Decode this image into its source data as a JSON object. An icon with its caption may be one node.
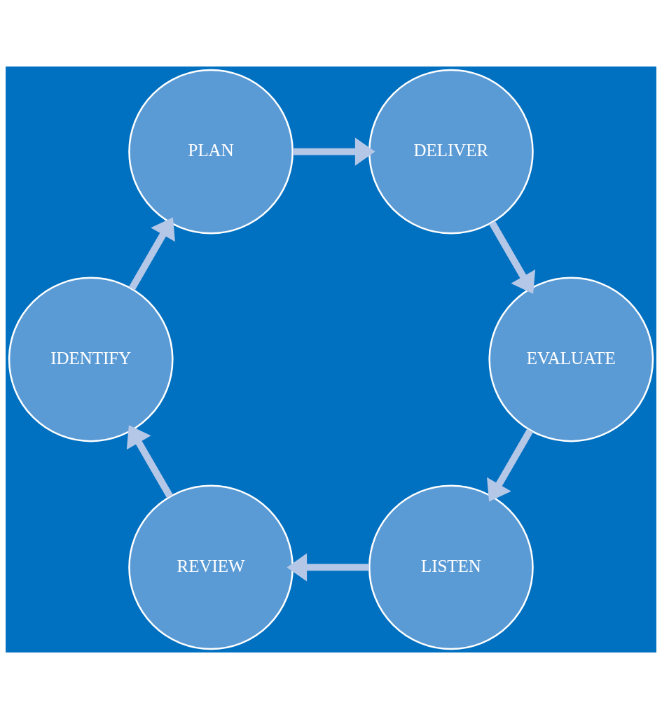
{
  "diagram": {
    "nodes": [
      {
        "text": [
          "LISTEN"
        ]
      },
      {
        "text": [
          "REVIEW"
        ]
      },
      {
        "text": [
          "IDENTIFY"
        ]
      },
      {
        "text": [
          "PLAN"
        ]
      },
      {
        "text": [
          "DELIVER"
        ]
      },
      {
        "text": [
          "EVALUATE"
        ]
      }
    ],
    "edges": [
      {
        "from": 0,
        "to": 1,
        "arrow": "to"
      },
      {
        "from": 1,
        "to": 2,
        "arrow": "to"
      },
      {
        "from": 2,
        "to": 3,
        "arrow": "to"
      },
      {
        "from": 3,
        "to": 4,
        "arrow": "to"
      },
      {
        "from": 4,
        "to": 5,
        "arrow": "to"
      },
      {
        "from": 5,
        "to": 0,
        "arrow": "to"
      }
    ]
  }
}
